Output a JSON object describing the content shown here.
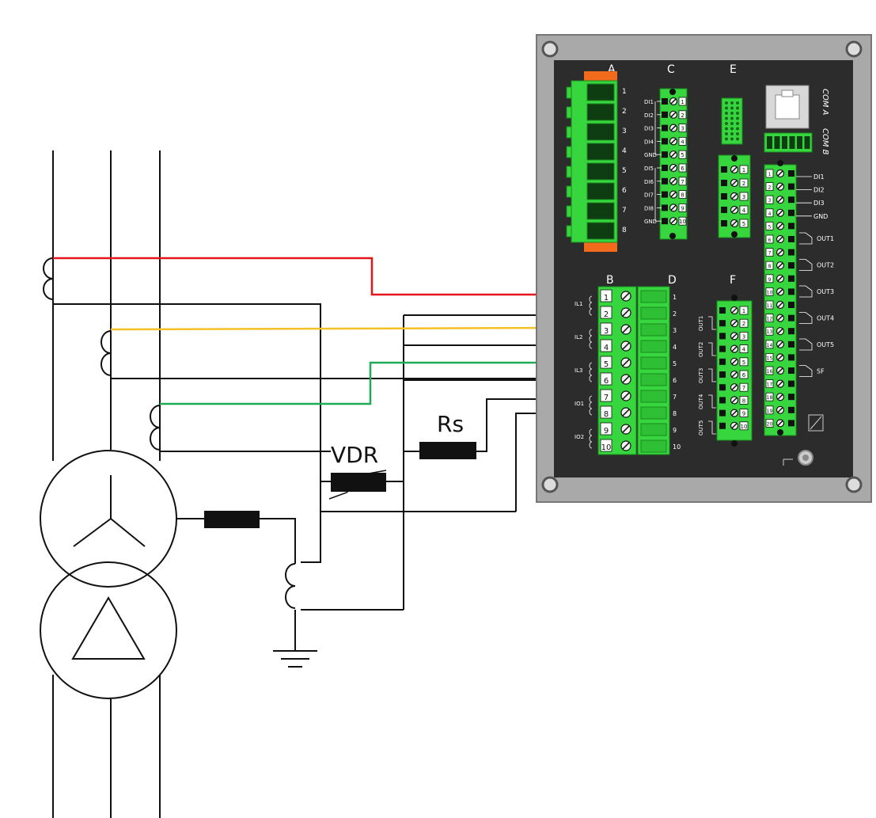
{
  "labels": {
    "vdr": "VDR",
    "rs": "Rs"
  },
  "device": {
    "section_letters": {
      "A": "A",
      "B": "B",
      "C": "C",
      "D": "D",
      "E": "E",
      "F": "F"
    },
    "a_numbers": [
      "1",
      "2",
      "3",
      "4",
      "5",
      "6",
      "7",
      "8"
    ],
    "c_inputs": [
      "DI1",
      "DI2",
      "DI3",
      "DI4",
      "GND",
      "DI5",
      "DI6",
      "DI7",
      "DI8",
      "GND"
    ],
    "c_numbers": [
      "1",
      "2",
      "3",
      "4",
      "5",
      "6",
      "7",
      "8",
      "9",
      "10"
    ],
    "e_numbers": [
      "1",
      "2",
      "3",
      "4",
      "5"
    ],
    "com_labels": [
      "COM A",
      "COM B"
    ],
    "b_numbers": [
      "1",
      "2",
      "3",
      "4",
      "5",
      "6",
      "7",
      "8",
      "9",
      "10"
    ],
    "b_groups": [
      "IL1",
      "IL2",
      "IL3",
      "IO1",
      "IO2"
    ],
    "d_numbers": [
      "1",
      "2",
      "3",
      "4",
      "5",
      "6",
      "7",
      "8",
      "9",
      "10"
    ],
    "f_outputs": [
      "OUT1",
      "OUT2",
      "OUT3",
      "OUT4",
      "OUT5"
    ],
    "f_numbers": [
      "1",
      "2",
      "3",
      "4",
      "5",
      "6",
      "7",
      "8",
      "9",
      "10"
    ],
    "right_numbers": [
      "1",
      "2",
      "3",
      "4",
      "5",
      "6",
      "7",
      "8",
      "9",
      "10",
      "11",
      "12",
      "13",
      "14",
      "15",
      "16",
      "17",
      "18",
      "19",
      "20"
    ],
    "right_inputs": [
      "DI1",
      "DI2",
      "DI3",
      "GND"
    ],
    "right_outputs": [
      "OUT1",
      "OUT2",
      "OUT3",
      "OUT4",
      "OUT5",
      "SF"
    ]
  },
  "colors": {
    "phase1": "#e8141b",
    "phase2": "#f5c026",
    "phase3": "#1faa55",
    "wire": "#111111",
    "device_frame": "#a9a9a9",
    "device_panel": "#2c2c2c",
    "terminal_green": "#38d63e",
    "connector_orange": "#f26b1d"
  }
}
